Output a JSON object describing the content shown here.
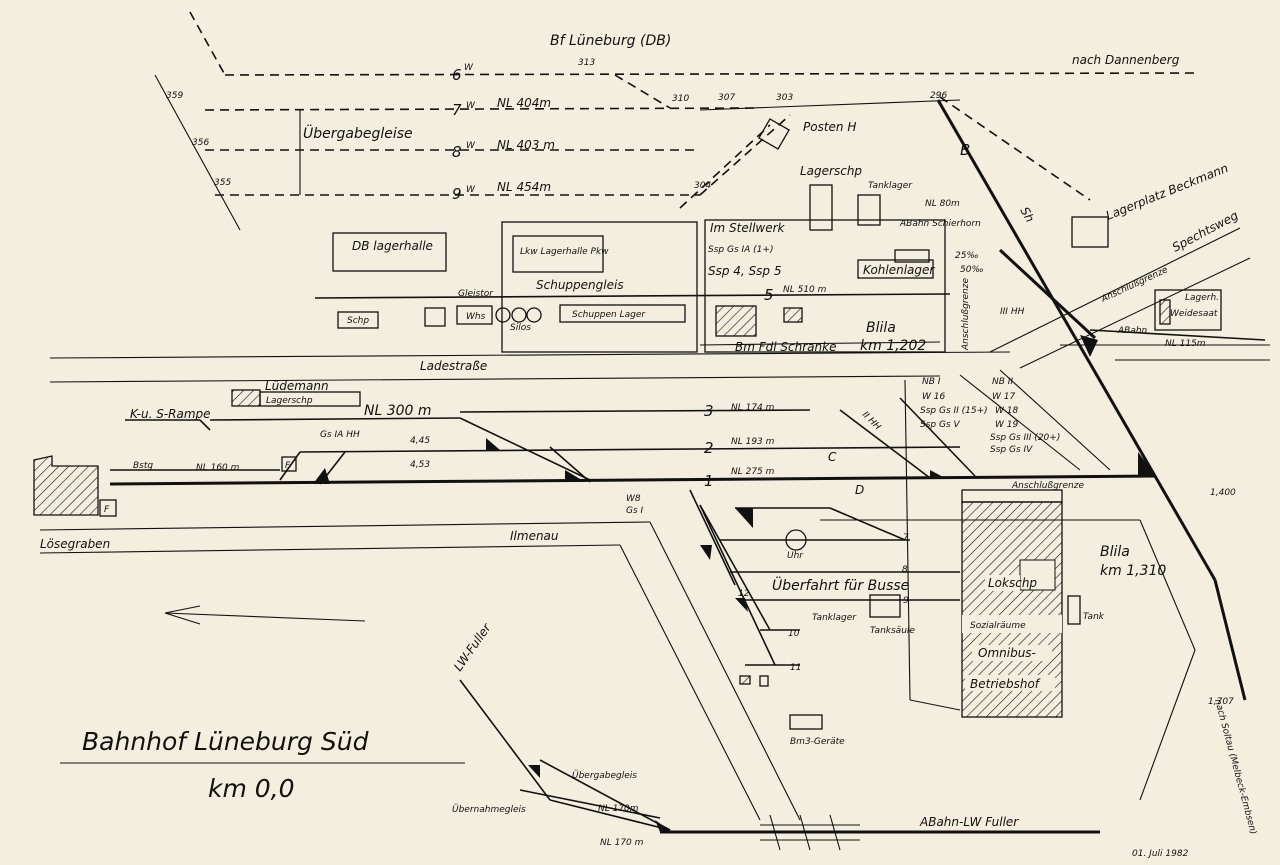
{
  "labels": {
    "station_db": "Bf Lüneburg (DB)",
    "to_dannenberg": "nach Dannenberg",
    "track6": "6",
    "track7": "7",
    "track8": "8",
    "track9": "9",
    "w": "W",
    "nl404": "NL 404m",
    "nl403": "NL 403 m",
    "nl454": "NL 454m",
    "uebergabe": "Übergabegleise",
    "km359": "359",
    "km356": "356",
    "km355": "355",
    "sw313": "313",
    "sw310": "310",
    "sw307": "307",
    "sw303": "303",
    "sw304": "304",
    "sw296": "296",
    "posten": "Posten H",
    "lagerschp": "Lagerschp",
    "tanklager_top": "Tanklager",
    "lagerplatz": "Lagerplatz Beckmann",
    "db_lagerhalle": "DB lagerhalle",
    "lkw_lagerhalle": "Lkw Lagerhalle Pkw",
    "im_stellwerk": "Im Stellwerk",
    "ssp1": "Ssp Gs IA (1+)",
    "ssp2": "Ssp 4, Ssp 5",
    "nl80": "NL 80m",
    "abahn_schierhorn": "ABahn Schierhorn",
    "kohlenlager": "Kohlenlager",
    "schuppengleis": "Schuppengleis",
    "gleistor": "Gleistor",
    "schp": "Schp",
    "whs": "Whs",
    "silos": "Silos",
    "schuppen_lager": "Schuppen Lager",
    "nl510": "NL 510 m",
    "track5": "5",
    "bm_fdl": "Bm Fdl Schranke",
    "blila1": "Blila",
    "km1202": "km 1,202",
    "gradient1": "25‰",
    "gradient2": "50‰",
    "anschlussgrenze_v": "Anschlußgrenze",
    "spechtsweg": "Spechtsweg",
    "anschlussgrenze_d": "Anschlußgrenze",
    "lagerh": "Lagerh.",
    "weidesaat": "Weidesaat",
    "abahn_small": "ABahn",
    "nl115": "NL 115m",
    "b_sig": "B",
    "sh": "Sh",
    "iiihh": "III HH",
    "ladestrasse": "Ladestraße",
    "luedemann": "Lüdemann",
    "lagerschp2": "Lagerschp",
    "kus_rampe": "K-u. S-Rampe",
    "nl300": "NL 300 m",
    "track3": "3",
    "nl174": "NL 174 m",
    "track2": "2",
    "nl193": "NL 193 m",
    "track1": "1",
    "nl275": "NL 275 m",
    "bstg": "Bstg",
    "nl160": "NL 160 m",
    "gs_iahh": "Gs IA HH",
    "f1": "F",
    "f2": "F",
    "d4_45": "4,45",
    "d4_53": "4,53",
    "wb": "W8",
    "gs1": "Gs I",
    "sig_c": "C",
    "sig_d": "D",
    "iihh": "II HH",
    "nbi": "NB I",
    "nbii": "NB II",
    "w16": "W 16",
    "w17": "W 17",
    "ssp_gs2": "Ssp Gs II (15+)",
    "w18": "W 18",
    "ssp_gs5": "Ssp Gs V",
    "w19": "W 19",
    "ssp_gs3": "Ssp Gs III (20+)",
    "ssp_gs4": "Ssp Gs IV",
    "anschluss_lok": "Anschlußgrenze",
    "loesegraben": "Lösegraben",
    "ilmenau": "Ilmenau",
    "uhr": "Uhr",
    "busse": "Überfahrt für Busse",
    "tanklager_bot": "Tanklager",
    "tanksaeule": "Tanksäule",
    "track10": "10",
    "track11": "11",
    "track12": "12",
    "track7b": "7",
    "track8b": "8",
    "track9b": "9",
    "blila2": "Blila",
    "km1310": "km 1,310",
    "lokschp": "Lokschp",
    "sozialraeume": "Sozialräume",
    "omnibus": "Omnibus-",
    "betriebshof": "Betriebshof",
    "tank": "Tank",
    "bm3": "Bm3-Geräte",
    "lw_fuller": "LW-Fuller",
    "uebergabegleis": "Übergabegleis",
    "uebernahmegleis": "Übernahmegleis",
    "nl170a": "NL 170m",
    "nl170b": "NL 170 m",
    "abahn_lw": "ABahn-LW Fuller",
    "nach_soltau": "nach Soltau (Melbeck-Embsen)",
    "km1707": "1,707",
    "km1400": "1,400",
    "title": "Bahnhof Lüneburg Süd",
    "km00": "km 0,0",
    "date": "01. Juli 1982"
  }
}
